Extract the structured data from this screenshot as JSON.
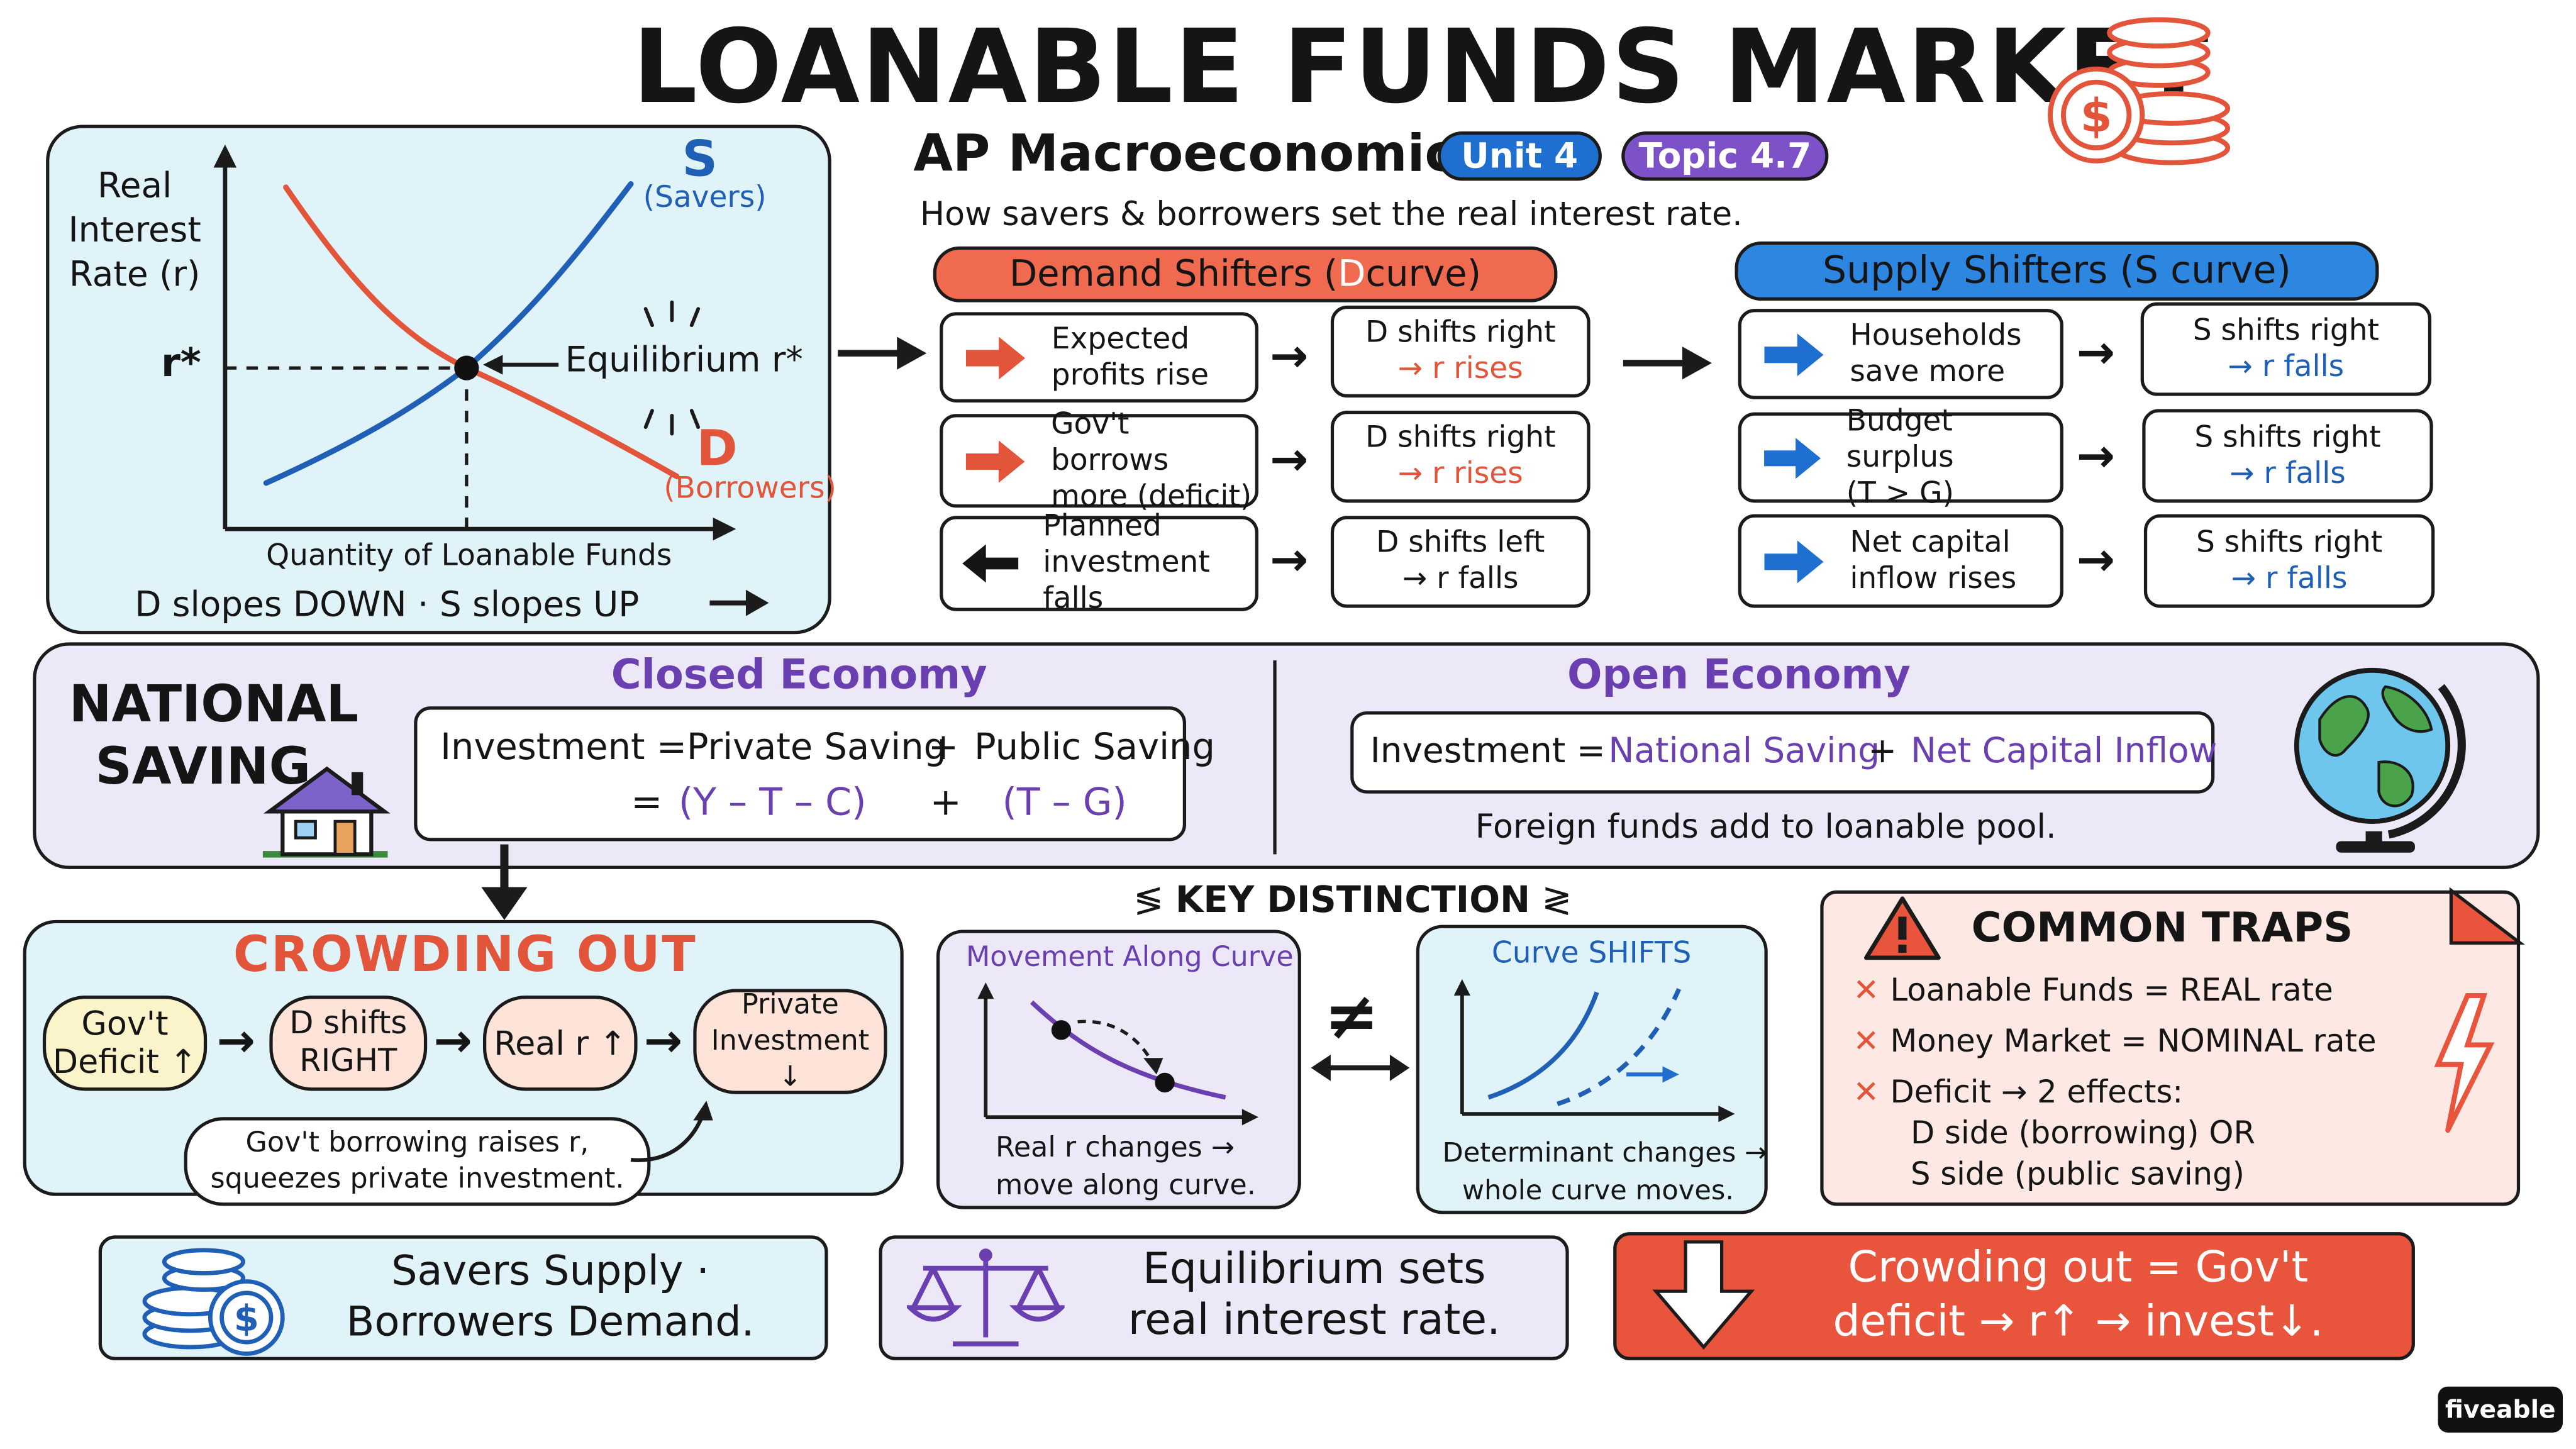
{
  "header": {
    "title": "LOANABLE FUNDS MARKET",
    "course": "AP Macroeconomics",
    "unit_badge": "Unit 4",
    "topic_badge": "Topic 4.7",
    "subtitle": "How savers & borrowers set the real interest rate."
  },
  "graph": {
    "ylabel_1": "Real",
    "ylabel_2": "Interest",
    "ylabel_3": "Rate (r)",
    "r_star": "r*",
    "s_label": "S",
    "s_sub": "(Savers)",
    "d_label": "D",
    "d_sub": "(Borrowers)",
    "equilibrium": "Equilibrium r*",
    "xlabel": "Quantity of Loanable Funds",
    "slopes_note": "D slopes DOWN · S slopes UP"
  },
  "demand_shifters": {
    "header": "Demand Shifters (D curve)",
    "header_pre": "Demand Shifters (",
    "header_d": "D",
    "header_post": " curve)",
    "rows": [
      {
        "cause": "Expected profits rise",
        "cause_1": "Expected",
        "cause_2": "profits rise",
        "effect_1": "D shifts right",
        "effect_2": "→ r rises"
      },
      {
        "cause": "Gov't borrows more (deficit)",
        "cause_1": "Gov't borrows",
        "cause_2": "more (deficit)",
        "effect_1": "D shifts right",
        "effect_2": "→ r rises"
      },
      {
        "cause": "Planned investment falls",
        "cause_1": "Planned",
        "cause_2": "investment falls",
        "effect_1": "D shifts left",
        "effect_2": "→ r falls"
      }
    ]
  },
  "supply_shifters": {
    "header": "Supply Shifters (S curve)",
    "rows": [
      {
        "cause_1": "Households",
        "cause_2": "save more",
        "effect_1": "S shifts right",
        "effect_2": "→ r falls"
      },
      {
        "cause_1": "Budget surplus",
        "cause_2": "(T > G)",
        "effect_1": "S shifts right",
        "effect_2": "→ r falls"
      },
      {
        "cause_1": "Net capital",
        "cause_2": "inflow rises",
        "effect_1": "S shifts right",
        "effect_2": "→ r falls"
      }
    ]
  },
  "national_saving": {
    "label_1": "NATIONAL",
    "label_2": "SAVING",
    "closed_title": "Closed Economy",
    "closed_eq_1a": "Investment =",
    "closed_eq_1b": "Private Saving",
    "closed_eq_1c": "+",
    "closed_eq_1d": "Public Saving",
    "closed_eq_2a": "=",
    "closed_eq_2b": "(Y – T – C)",
    "closed_eq_2c": "+",
    "closed_eq_2d": "(T – G)",
    "open_title": "Open Economy",
    "open_eq_a": "Investment =",
    "open_eq_b": "National Saving",
    "open_eq_c": "+",
    "open_eq_d": "Net Capital Inflow",
    "open_note": "Foreign funds add to loanable pool."
  },
  "crowding_out": {
    "title": "CROWDING OUT",
    "steps": [
      {
        "l1": "Gov't",
        "l2": "Deficit ↑"
      },
      {
        "l1": "D shifts",
        "l2": "RIGHT"
      },
      {
        "l1": "Real r ↑",
        "l2": ""
      },
      {
        "l1": "Private",
        "l2": "Investment ↓"
      }
    ],
    "note_1": "Gov't borrowing raises r,",
    "note_2": "squeezes private investment."
  },
  "key_distinction": {
    "title": "KEY DISTINCTION",
    "movement_title": "Movement Along Curve",
    "movement_1": "Real r changes →",
    "movement_2": "move along curve.",
    "not_equal": "≠",
    "shift_title": "Curve SHIFTS",
    "shift_1": "Determinant changes →",
    "shift_2": "whole curve moves."
  },
  "traps": {
    "title": "COMMON TRAPS",
    "items": [
      "Loanable Funds = REAL rate",
      "Money Market = NOMINAL rate",
      "Deficit → 2 effects:"
    ],
    "sub_1": "D side (borrowing) OR",
    "sub_2": "S side (public saving)"
  },
  "footer": {
    "card1_1": "Savers Supply ·",
    "card1_2": "Borrowers Demand.",
    "card2_1": "Equilibrium sets",
    "card2_2": "real interest rate.",
    "card3_1": "Crowding out = Gov't",
    "card3_2": "deficit → r↑ → invest↓.",
    "brand": "fiveable"
  },
  "colors": {
    "demand": "#e2553a",
    "supply": "#1f6fd0",
    "purple": "#6a3fb0",
    "light_blue_bg": "#dff3f8",
    "light_purple_bg": "#ece8f7",
    "light_red_bg": "#fde8e4",
    "red_card": "#e8543c"
  },
  "icons": [
    "coin-stack-icon",
    "house-icon",
    "globe-icon",
    "warning-icon",
    "lightning-icon",
    "scale-icon",
    "down-arrow-icon"
  ]
}
